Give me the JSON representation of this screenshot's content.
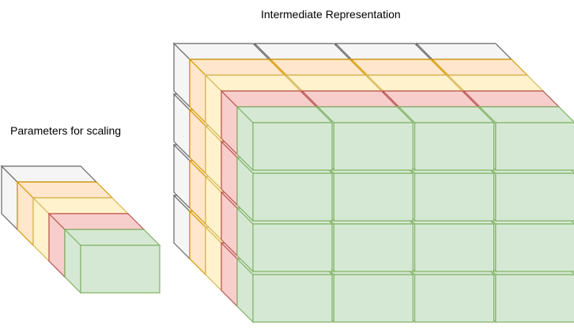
{
  "labels": {
    "ir_title": "Intermediate Representation",
    "param_title": "Parameters for scaling"
  },
  "layers": [
    {
      "name": "gray",
      "fill": "#f5f5f5",
      "stroke": "#666666"
    },
    {
      "name": "orange",
      "fill": "#ffe6cc",
      "stroke": "#d79b00"
    },
    {
      "name": "yellow",
      "fill": "#fff2cc",
      "stroke": "#d6b656"
    },
    {
      "name": "red",
      "fill": "#f8cecc",
      "stroke": "#b85450"
    },
    {
      "name": "green",
      "fill": "#d5e8d4",
      "stroke": "#82b366"
    }
  ],
  "grid": {
    "rows": 4,
    "cols": 4
  }
}
